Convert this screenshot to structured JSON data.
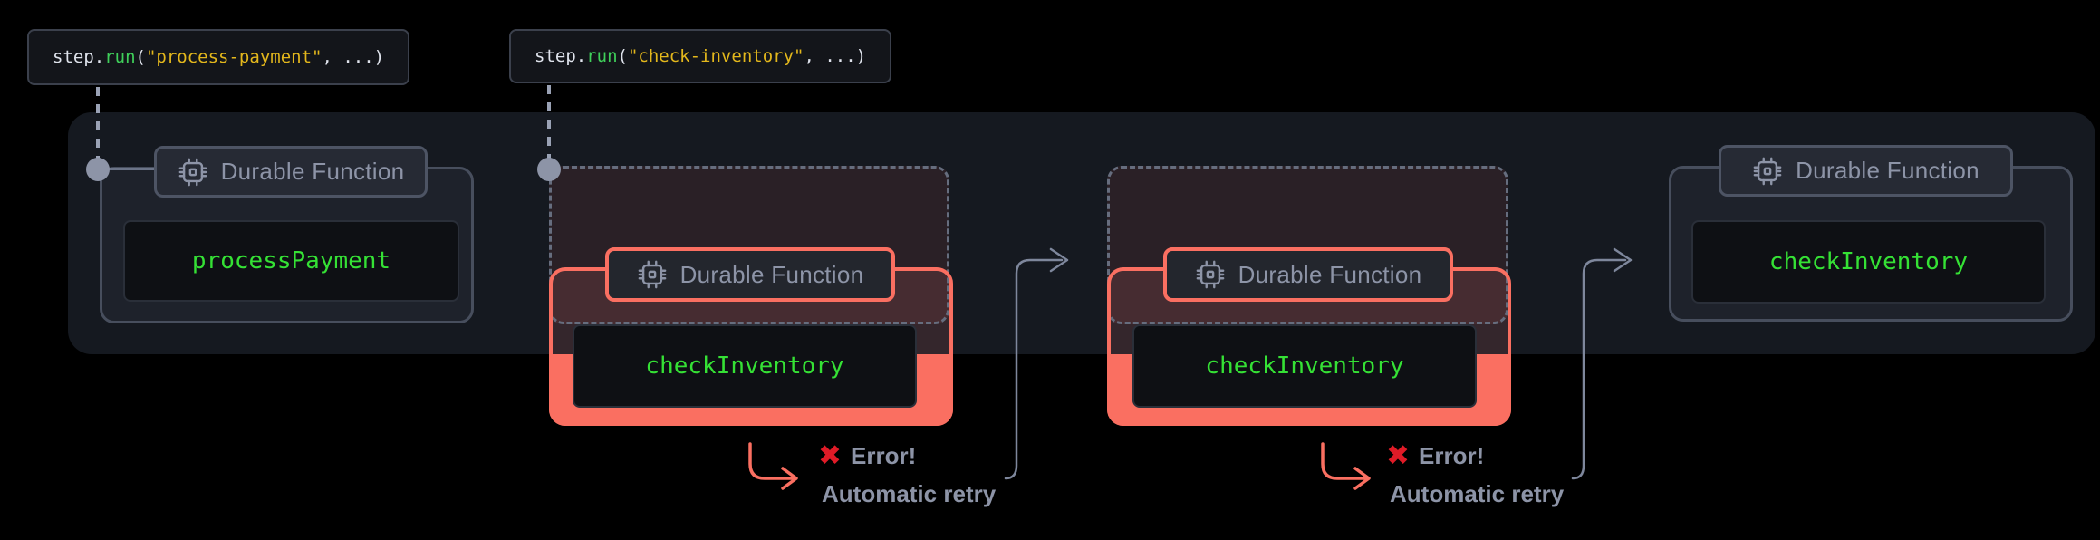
{
  "diagram_title": "Durable function automatic retry flow",
  "colors": {
    "accent_salmon": "#fa6f61",
    "success_green": "#35e135",
    "keyword_green": "#3fcf5a",
    "string_yellow": "#e3b71c",
    "muted_text": "#8d94a7",
    "error_red": "#e01b27",
    "band_bg": "#181c24",
    "page_bg": "#000000"
  },
  "tooltips": [
    {
      "parts": [
        {
          "text": "step."
        },
        {
          "text": "run"
        },
        {
          "text": "("
        },
        {
          "text": "\"process-payment\""
        },
        {
          "text": ", ...)"
        }
      ]
    },
    {
      "parts": [
        {
          "text": "step."
        },
        {
          "text": "run"
        },
        {
          "text": "("
        },
        {
          "text": "\"check-inventory\""
        },
        {
          "text": ", ...)"
        }
      ]
    }
  ],
  "functions": [
    {
      "state": "success",
      "badge": "Durable Function",
      "name": "processPayment"
    },
    {
      "state": "error",
      "badge": "Durable Function",
      "name": "checkInventory"
    },
    {
      "state": "error",
      "badge": "Durable Function",
      "name": "checkInventory"
    },
    {
      "state": "success",
      "badge": "Durable Function",
      "name": "checkInventory"
    }
  ],
  "annotations": [
    {
      "icon": "✖",
      "error": "Error!",
      "retry": "Automatic retry"
    },
    {
      "icon": "✖",
      "error": "Error!",
      "retry": "Automatic retry"
    }
  ]
}
